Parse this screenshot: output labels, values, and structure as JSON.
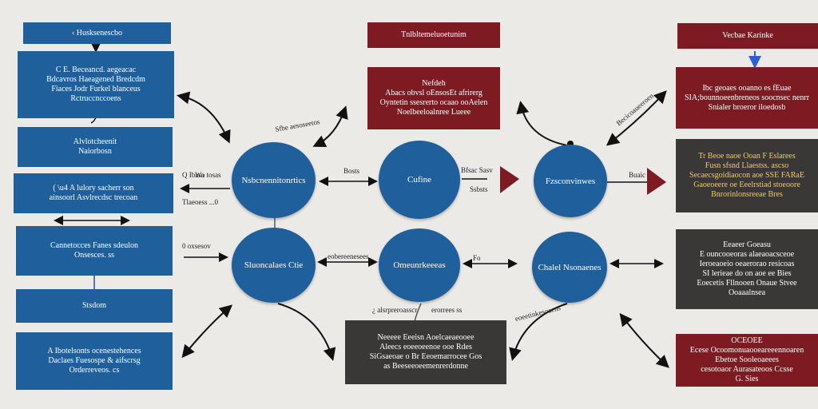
{
  "left": {
    "b1": [
      "‹ Husksenescbo"
    ],
    "b2": [
      "C E. Beceancd. aegeacac",
      "Bdcavros Haeagened Bredcdm",
      "Fiaces Jodr Furkel blanceus",
      "Rctruccnccoens"
    ],
    "b3": [
      "Alvlotcheenit",
      "Naiorbosn"
    ],
    "b4": [
      "( \\u4 A lulory  sacherr son",
      "ainsoorl  Asvlrecdsc trecoan"
    ],
    "b5": [
      "Cannetocces Fanes sdeulon",
      "Onsesces. ss"
    ],
    "b6": [
      "Stsdom"
    ],
    "b7": [
      "A Ibotelsonts  ocenestehences",
      "Daclaes Fuesospe  & aifscrsg",
      "Orderreveos. cs"
    ]
  },
  "center_top": {
    "title": [
      "Tnlbltemeluoetunim"
    ],
    "body": [
      "Nefdeh",
      "Abacs obvsl oEnsosEt afrirerg",
      "Oyntetin  ssesrerto  ocaao ooAelen",
      "Noelbeeloalnree Lueee"
    ]
  },
  "right": {
    "title": [
      "Vecbae Karinke"
    ],
    "r1": [
      "Ibc  geoaes ooanno es  fEuae",
      "SIA;bounnoeenbreneos  soocnsec  nenrr",
      "Snialer broeror  iloedosb"
    ],
    "r2": [
      "Tr  Beoe naoe Ooan F  Eslarees",
      "Fusn  sfsnd  Llaestss. ascso",
      "Secaecsgoidiaocon aoe  SSE FARaE",
      "Gaoeoeere oe Eeelrstiad  stoeoore",
      "Bnrorinlonsreeae  Bres"
    ],
    "r3": [
      "Eeaeer Goeasu",
      "E ouncooeoras  alaeaoacsceoe",
      "Ieroeaoeio oeaerorao  resicoas",
      "SI lerieae  do on aoe ee  Bies",
      "Eoecetis  Fllnooen  Onaue  Stvee",
      "Ooaaalnsea"
    ],
    "r4": [
      "OCEOEE",
      "Ecese  Ocoomonuaooeareeennoaren",
      "Ebetoe  Sooleoaeees",
      "cesotoaor  Aurasateoos  Ccsse",
      "G.  Sies"
    ]
  },
  "bottom": [
    "Neeeee  Eeeisn  Aoelcaeaeooee",
    "Aleecs  eoeeoeenoe  ooe  Rdes",
    "SiGsaeoae o  Br  Eeoemarrocee  Gos",
    "as  Beeseeoeemenrerdonne"
  ],
  "circles": {
    "c1": "Nsbcnennitonrtics",
    "c2": "Cufine",
    "c3": "Fzsconvinwes",
    "c4": "Sluoncalaes Ctie",
    "c5": "Omeunrkeeeas",
    "c6": "Chalel Nsonaenes"
  },
  "labels": {
    "l1": "Sfbe  aesoseetos",
    "l2": "Q Ibasa",
    "l3": "Wo tosas",
    "l4": "Tlaeoess ...0",
    "l5": "Bosts",
    "l6": "Bfsac Sasv",
    "l7": "Ssbsts",
    "l8": "Buaic",
    "l9": "0  oxsesov",
    "l10": "eobereenesees",
    "l11": "¿ alsrpreroasscr",
    "l12": "erorrees ss",
    "l13": "eoeetinkesoaens",
    "l14": "Becicoaueeroen",
    "l15": "Fo"
  },
  "colors": {
    "blue": "#1f5f9c",
    "red": "#7e1b22",
    "dark": "#3a3836",
    "yellow": "#f2d04a",
    "accent_arrow": "#2a62d6"
  }
}
